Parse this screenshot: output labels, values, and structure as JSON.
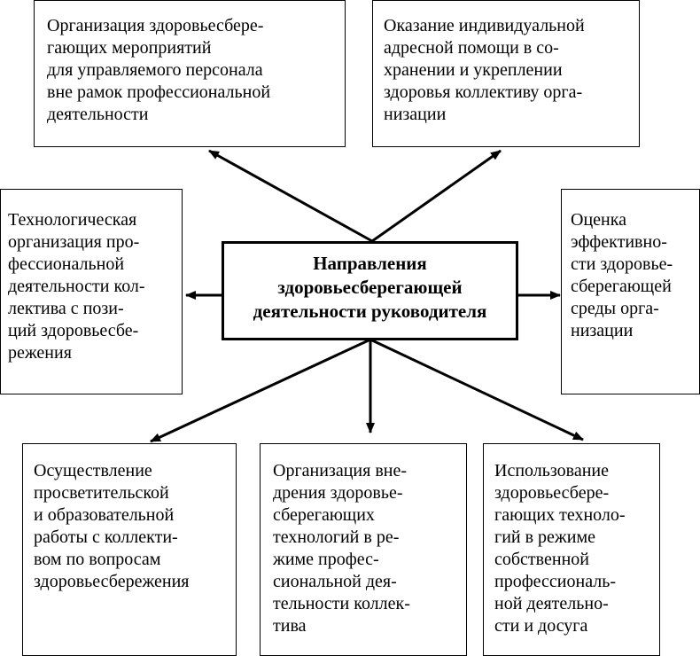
{
  "center": {
    "lines": [
      "Направления",
      "здоровьесберегающей",
      "деятельности руководителя"
    ]
  },
  "boxes": {
    "top_left": {
      "lines": [
        "Организация здоровьесбере-",
        "гающих мероприятий",
        "для управляемого персонала",
        "вне рамок профессиональной",
        "деятельности"
      ]
    },
    "top_right": {
      "lines": [
        "Оказание индивидуальной",
        "адресной помощи в со-",
        "хранении и укреплении",
        "здоровья коллективу орга-",
        "низации"
      ]
    },
    "mid_left": {
      "lines": [
        "Технологическая",
        "организация про-",
        "фессиональной",
        "деятельности кол-",
        "лектива с пози-",
        "ций здоровьесбе-",
        "режения"
      ]
    },
    "mid_right": {
      "lines": [
        "Оценка",
        "эффективно-",
        "сти здоровье-",
        "сберегающей",
        "среды орга-",
        "низации"
      ]
    },
    "bottom_left": {
      "lines": [
        "Осуществление",
        "просветительской",
        "и образовательной",
        "работы с коллекти-",
        "вом по вопросам",
        "здоровьесбережения"
      ]
    },
    "bottom_center": {
      "lines": [
        "Организация вне-",
        "дрения здоровье-",
        "сберегающих",
        "технологий в ре-",
        "жиме профес-",
        "сиональной дея-",
        "тельности коллек-",
        "тива"
      ]
    },
    "bottom_right": {
      "lines": [
        "Использование",
        "здоровьесбере-",
        "гающих техноло-",
        "гий в режиме",
        "собственной",
        "профессиональ-",
        "ной деятельно-",
        "сти и досуга"
      ]
    }
  }
}
